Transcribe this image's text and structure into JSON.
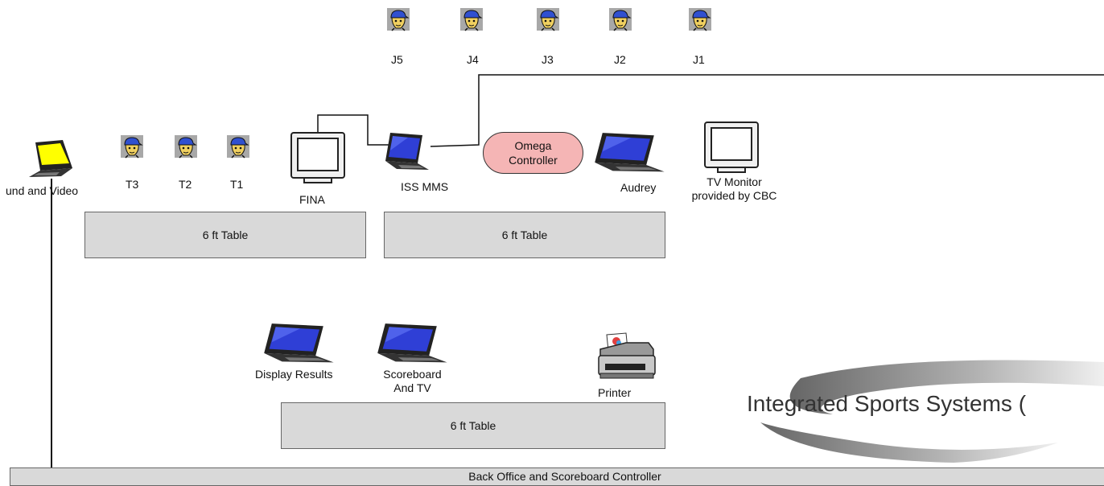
{
  "judges": [
    "J5",
    "J4",
    "J3",
    "J2",
    "J1"
  ],
  "timers": [
    "T3",
    "T2",
    "T1"
  ],
  "devices": {
    "sound_video": "und and Video",
    "fina": "FINA",
    "iss_mms": "ISS MMS",
    "omega_line1": "Omega",
    "omega_line2": "Controller",
    "audrey": "Audrey",
    "tv_line1": "TV Monitor",
    "tv_line2": "provided by CBC",
    "display_results": "Display Results",
    "scoreboard_line1": "Scoreboard",
    "scoreboard_line2": "And TV",
    "printer": "Printer"
  },
  "tables": {
    "left": "6 ft Table",
    "right": "6 ft Table",
    "bottom": "6 ft Table"
  },
  "back_office": "Back Office and Scoreboard Controller",
  "logo_text": "Integrated Sports Systems (",
  "colors": {
    "table_fill": "#d9d9d9",
    "omega_fill": "#f5b5b5",
    "laptop_screen_blue": "#2f3fd6",
    "laptop_screen_yellow": "#ffff00",
    "person_cap": "#3050d0",
    "person_face": "#f0d060"
  },
  "icons": [
    "person-icon",
    "laptop-icon",
    "monitor-icon",
    "printer-icon",
    "swoosh-logo"
  ]
}
